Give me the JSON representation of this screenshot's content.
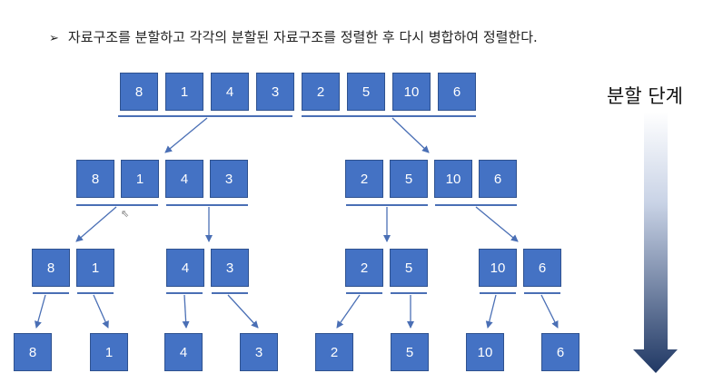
{
  "header": {
    "bullet": "➢",
    "text": "자료구조를 분할하고 각각의 분할된 자료구조를 정렬한 후 다시 병합하여 정렬한다."
  },
  "phase_label": "분할 단계",
  "level0": [
    "8",
    "1",
    "4",
    "3",
    "2",
    "5",
    "10",
    "6"
  ],
  "level1": [
    "8",
    "1",
    "4",
    "3",
    "2",
    "5",
    "10",
    "6"
  ],
  "level2": [
    "8",
    "1",
    "4",
    "3",
    "2",
    "5",
    "10",
    "6"
  ],
  "level3": [
    "8",
    "1",
    "4",
    "3",
    "2",
    "5",
    "10",
    "6"
  ],
  "colors": {
    "box_fill": "#4472c4",
    "box_border": "#2f528f",
    "line": "#4a6fb5",
    "arrow_top": "#ffffff",
    "arrow_bottom": "#203864"
  }
}
